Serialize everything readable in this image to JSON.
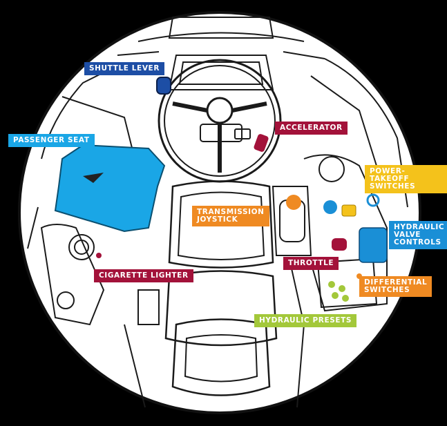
{
  "labels": {
    "shuttle_lever": "SHUTTLE LEVER",
    "passenger_seat": "PASSENGER SEAT",
    "accelerator": "ACCELERATOR",
    "power_takeoff_switches": "POWER-TAKEOFF\nSWITCHES",
    "transmission_joystick": "TRANSMISSION\nJOYSTICK",
    "hydraulic_valve_controls": "HYDRAULIC\nVALVE\nCONTROLS",
    "throttle": "THROTTLE",
    "cigarette_lighter": "CIGARETTE LIGHTER",
    "differential_switches": "DIFFERENTIAL\nSWITCHES",
    "hydraulic_presets": "HYDRAULIC PRESETS"
  },
  "colors": {
    "background": "#000000",
    "interior_fill": "#ffffff",
    "line_art": "#1a1a1a",
    "shuttle_lever": "#1d4ea5",
    "passenger_seat": "#1aa6e6",
    "accelerator": "#a3123a",
    "power_takeoff_switches": "#f4c21b",
    "transmission_joystick": "#ef8a22",
    "hydraulic_valve_controls": "#1a8fd6",
    "throttle": "#a3123a",
    "cigarette_lighter": "#a3123a",
    "differential_switches": "#ef8a22",
    "hydraulic_presets": "#a3c83a"
  }
}
